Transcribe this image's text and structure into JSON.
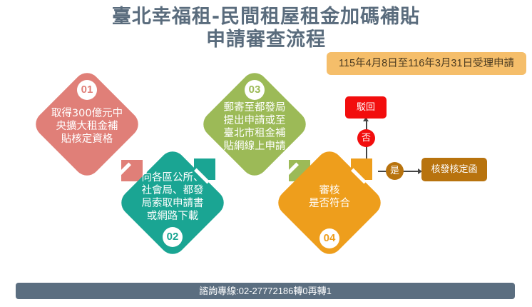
{
  "header": {
    "title_line1": "臺北幸福租-民間租屋租金加碼補貼",
    "title_line2": "申請審查流程",
    "period_badge": "115年4月8日至116年3月31日受理申請"
  },
  "steps": [
    {
      "number": "01",
      "text": "取得300億元中\n央擴大租金補\n貼核定資格",
      "color": "#E07F78"
    },
    {
      "number": "02",
      "text": "向各區公所、\n社會局、都發\n局索取申請書\n或網路下載",
      "color": "#1AA593"
    },
    {
      "number": "03",
      "text": "郵寄至都發局\n提出申請或至\n臺北市租金補\n貼網線上申請",
      "color": "#9CBA57"
    },
    {
      "number": "04",
      "text": "審核\n是否符合",
      "color": "#EE9E1C"
    }
  ],
  "decision": {
    "no_label": "否",
    "no_result": "駁回",
    "no_color": "#F20D0D",
    "yes_label": "是",
    "yes_result": "核發核定函",
    "yes_color": "#B8730E"
  },
  "footer": {
    "hotline": "諮詢專線:02-27772186轉0再轉1"
  }
}
